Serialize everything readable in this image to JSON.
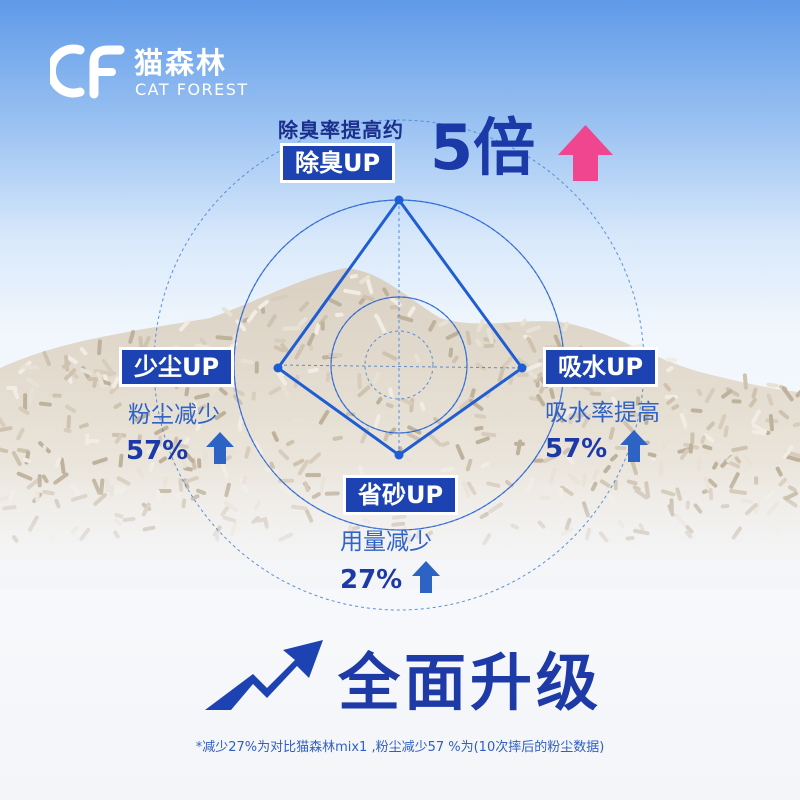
{
  "brand": {
    "name_cn": "猫森林",
    "name_en": "CAT FOREST"
  },
  "headline": {
    "prefix": "除臭率提高约",
    "value": "5倍"
  },
  "features": {
    "deodor": {
      "label": "除臭UP"
    },
    "dust": {
      "label": "少尘UP",
      "desc": "粉尘减少",
      "pct": "57%"
    },
    "water": {
      "label": "吸水UP",
      "desc": "吸水率提高",
      "pct": "57%"
    },
    "sand": {
      "label": "省砂UP",
      "desc": "用量减少",
      "pct": "27%"
    }
  },
  "slogan": "全面升级",
  "footnote": "*减少27%为对比猫森林mix1 ,粉尘减少57 %为(10次摔后的粉尘数据)",
  "colors": {
    "brand_blue": "#1d43b3",
    "accent_pink": "#f0458f",
    "sky": "#5f9ae8"
  },
  "icons": [
    "cat-forest-logo-icon",
    "pink-up-arrow-icon",
    "blue-up-arrow-icon",
    "upgrade-trend-arrow-icon"
  ]
}
